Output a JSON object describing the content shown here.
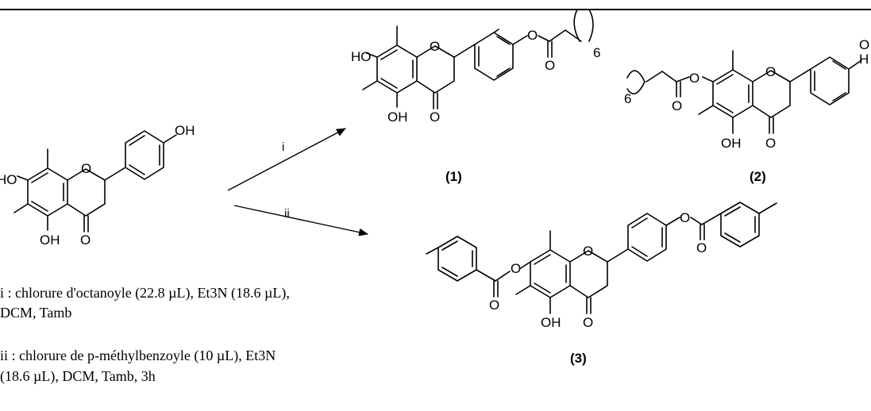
{
  "atoms": {
    "ho": "HO",
    "oh": "OH",
    "o": "O",
    "h": "H",
    "six": "6"
  },
  "compounds": {
    "c1": "(1)",
    "c2": "(2)",
    "c3": "(3)"
  },
  "steps": {
    "step_i": "i",
    "step_ii": "ii"
  },
  "conditions": {
    "i_line1": "i : chlorure d'octanoyle (22.8 µL), Et3N (18.6 µL),",
    "i_line2": "DCM, Tamb",
    "ii_line1": "ii : chlorure de p-méthylbenzoyle (10 µL), Et3N",
    "ii_line2": "(18.6 µL), DCM, Tamb, 3h"
  }
}
